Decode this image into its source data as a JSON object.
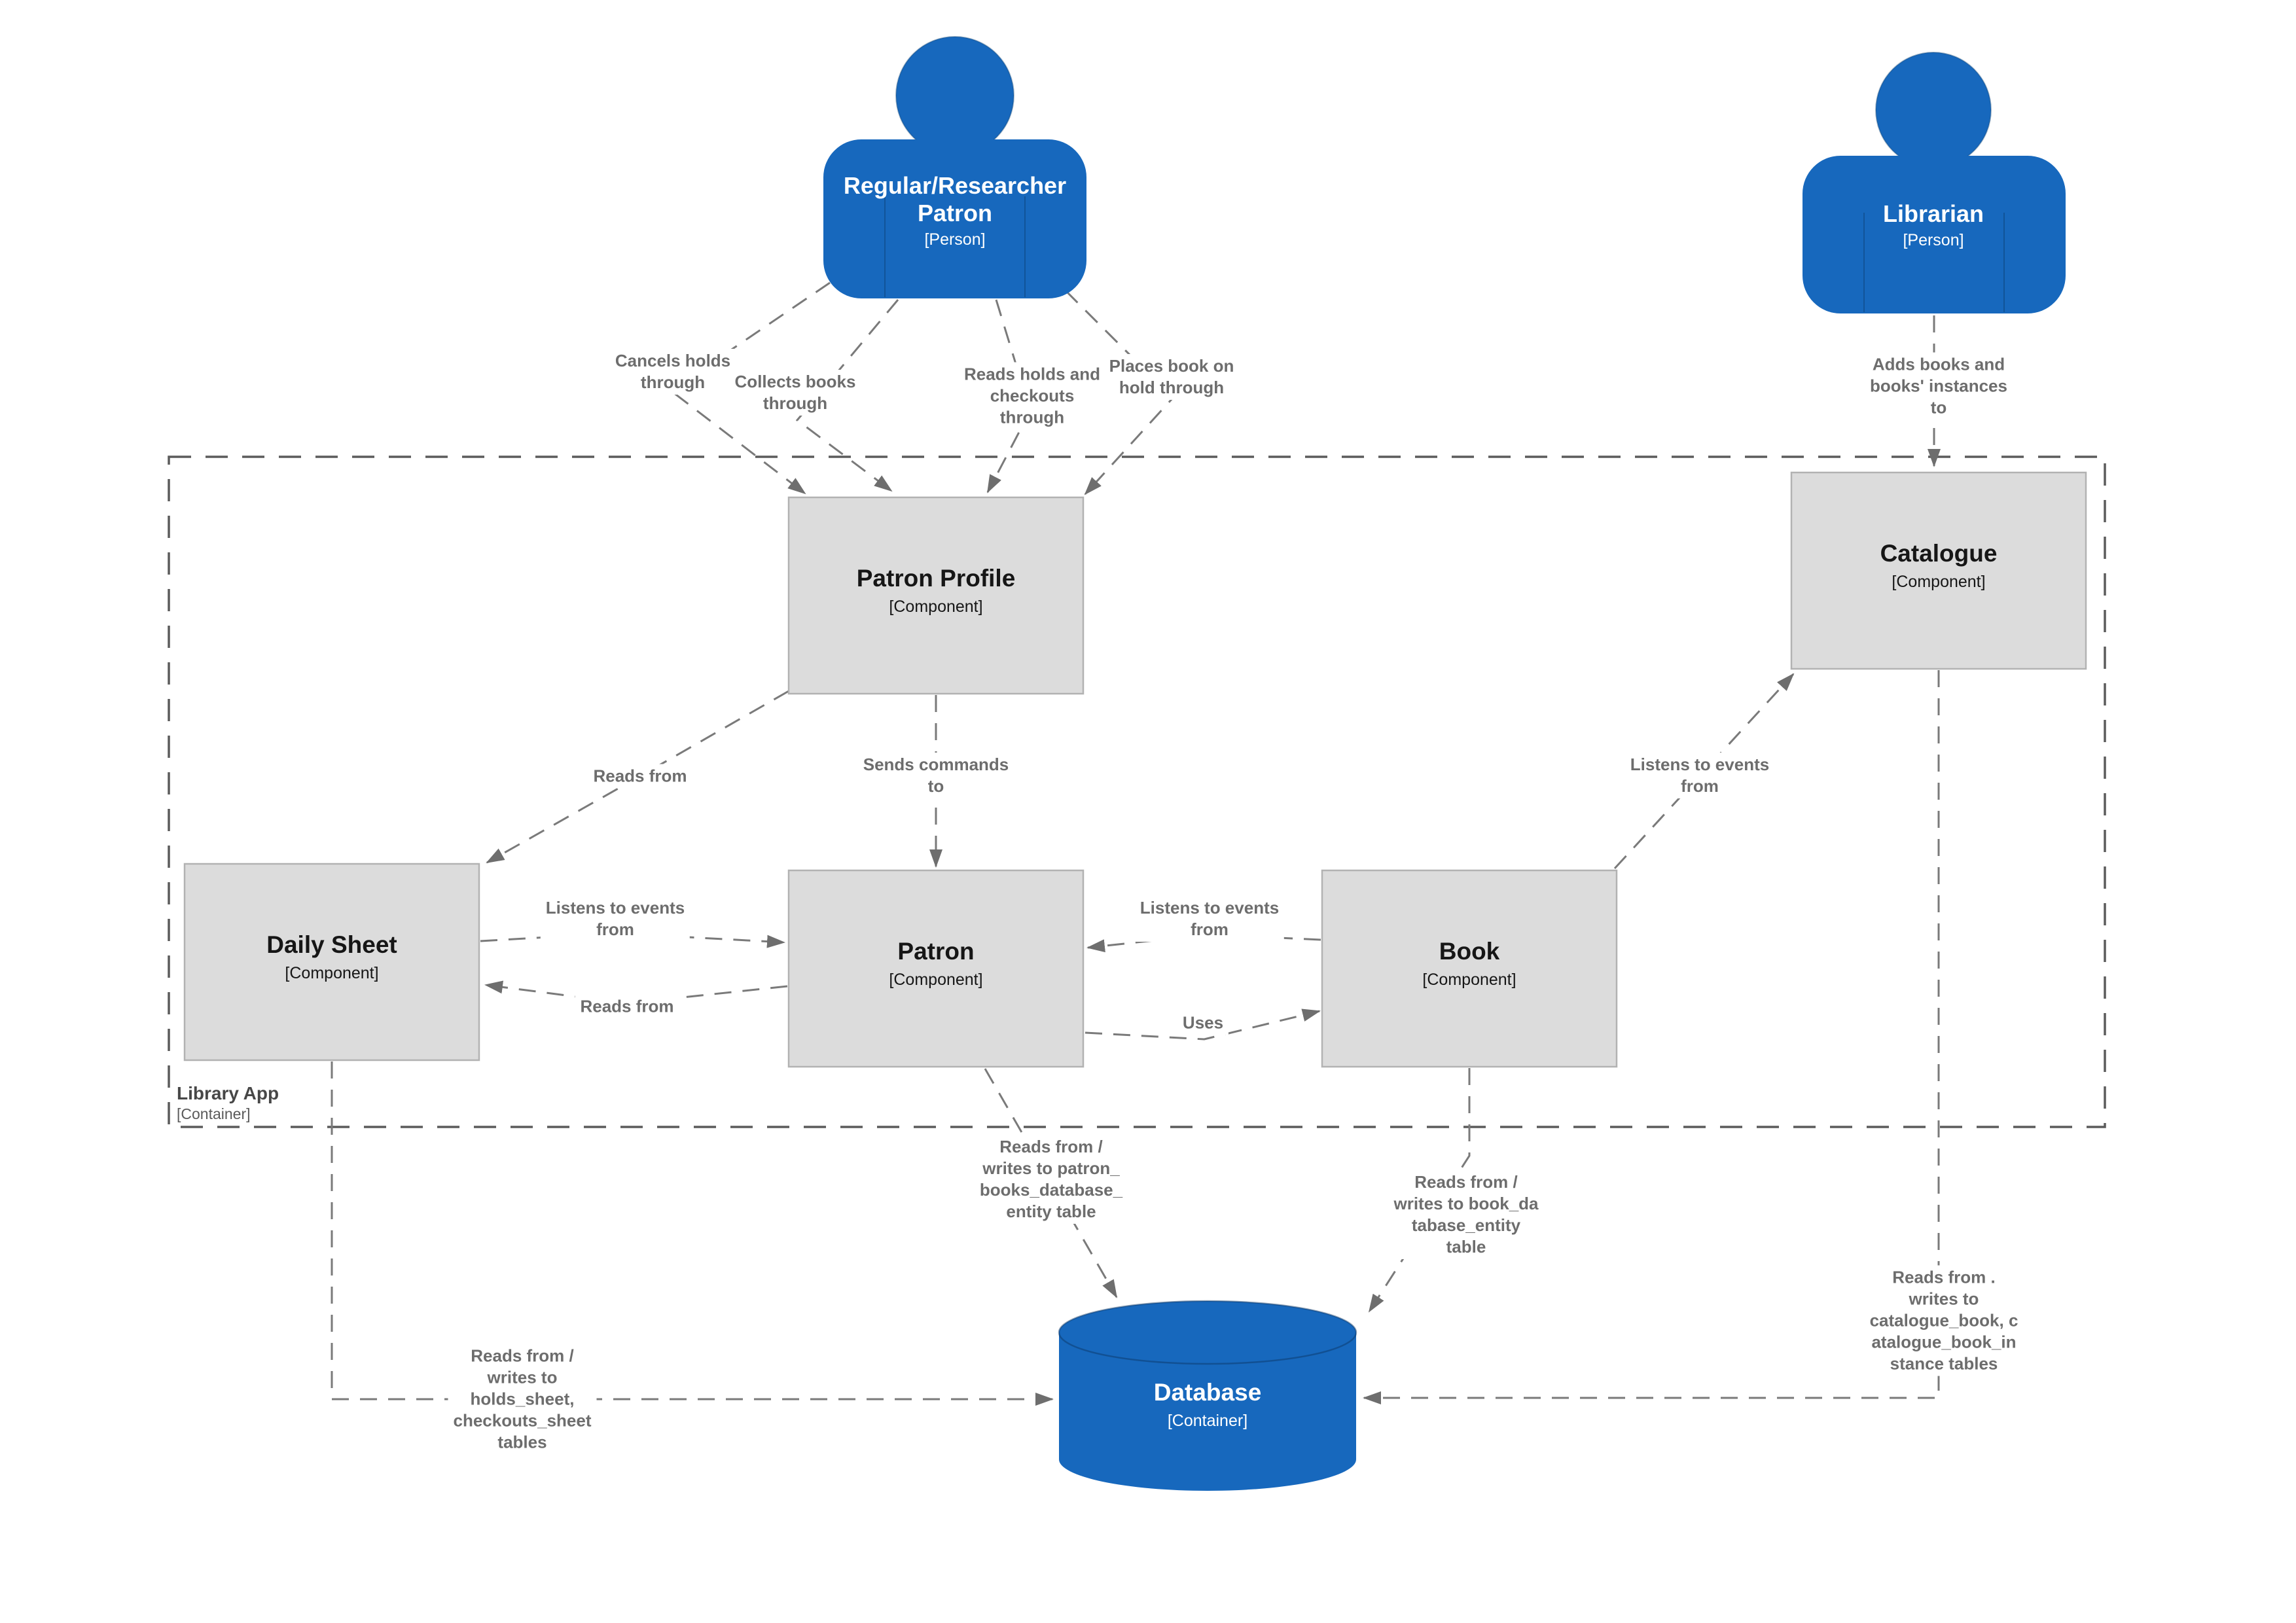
{
  "colors": {
    "person_fill": "#1768BD",
    "database_fill": "#1768BD",
    "component_fill": "#DCDCDC",
    "component_border": "#B2B2B2",
    "edge_line": "#7A7A7A",
    "arrowhead": "#6E6E6E",
    "edge_label_text": "#6D6D6D",
    "boundary_border": "#5B5B5B",
    "node_text": "#161616",
    "person_text": "#FFFFFF"
  },
  "actors": {
    "patron": {
      "line1": "Regular/Researcher",
      "line2": "Patron",
      "meta": "[Person]"
    },
    "librarian": {
      "line1": "Librarian",
      "meta": "[Person]"
    }
  },
  "boundary": {
    "title": "Library App",
    "meta": "[Container]"
  },
  "components": {
    "patron_profile": {
      "title": "Patron Profile",
      "meta": "[Component]"
    },
    "catalogue": {
      "title": "Catalogue",
      "meta": "[Component]"
    },
    "daily_sheet": {
      "title": "Daily Sheet",
      "meta": "[Component]"
    },
    "patron": {
      "title": "Patron",
      "meta": "[Component]"
    },
    "book": {
      "title": "Book",
      "meta": "[Component]"
    }
  },
  "database": {
    "title": "Database",
    "meta": "[Container]"
  },
  "edges": {
    "cancels": {
      "l1": "Cancels holds",
      "l2": "through"
    },
    "collects": {
      "l1": "Collects books",
      "l2": "through"
    },
    "reads_holds": {
      "l1": "Reads holds and",
      "l2": "checkouts",
      "l3": "through"
    },
    "places_hold": {
      "l1": "Places book on",
      "l2": "hold through"
    },
    "adds_books": {
      "l1": "Adds books and",
      "l2": "books' instances",
      "l3": "to"
    },
    "pp_reads_ds": {
      "l1": "Reads from"
    },
    "sends_commands": {
      "l1": "Sends commands",
      "l2": "to"
    },
    "ds_listens_patron": {
      "l1": "Listens to events",
      "l2": "from"
    },
    "patron_reads_ds": {
      "l1": "Reads from"
    },
    "book_listens_patron": {
      "l1": "Listens to events",
      "l2": "from"
    },
    "patron_uses_book": {
      "l1": "Uses"
    },
    "book_listens_catalogue": {
      "l1": "Listens to events",
      "l2": "from"
    },
    "patron_db": {
      "l1": "Reads from /",
      "l2": "writes to patron_",
      "l3": "books_database_",
      "l4": "entity table"
    },
    "book_db": {
      "l1": "Reads from /",
      "l2": "writes to book_da",
      "l3": "tabase_entity",
      "l4": "table"
    },
    "catalogue_db": {
      "l1": "Reads from .",
      "l2": "writes to",
      "l3": "catalogue_book, c",
      "l4": "atalogue_book_in",
      "l5": "stance tables"
    },
    "daily_sheet_db": {
      "l1": "Reads from /",
      "l2": "writes to",
      "l3": "holds_sheet,",
      "l4": "checkouts_sheet",
      "l5": "tables"
    }
  }
}
